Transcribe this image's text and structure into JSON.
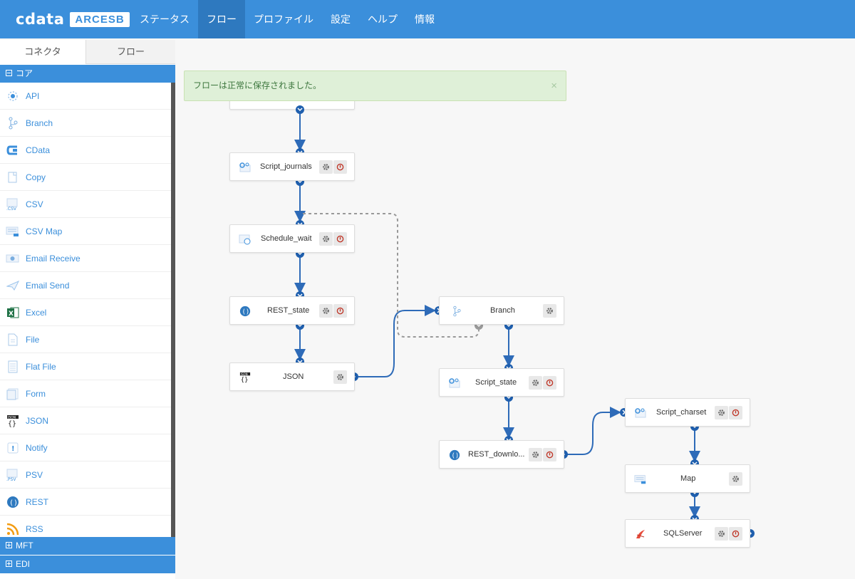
{
  "header": {
    "logo_brand": "cdata",
    "logo_product": "ARCESB",
    "nav": [
      {
        "label": "ステータス",
        "active": false
      },
      {
        "label": "フロー",
        "active": true
      },
      {
        "label": "プロファイル",
        "active": false
      },
      {
        "label": "設定",
        "active": false
      },
      {
        "label": "ヘルプ",
        "active": false
      },
      {
        "label": "情報",
        "active": false
      }
    ]
  },
  "sidebar": {
    "tabs": {
      "connectors": "コネクタ",
      "flow": "フロー"
    },
    "sections": {
      "core": "コア",
      "mft": "MFT",
      "edi": "EDI"
    },
    "core_items": [
      {
        "label": "API",
        "icon": "api-icon"
      },
      {
        "label": "Branch",
        "icon": "branch-icon"
      },
      {
        "label": "CData",
        "icon": "cdata-icon"
      },
      {
        "label": "Copy",
        "icon": "copy-icon"
      },
      {
        "label": "CSV",
        "icon": "csv-icon"
      },
      {
        "label": "CSV Map",
        "icon": "csv-map-icon"
      },
      {
        "label": "Email Receive",
        "icon": "email-receive-icon"
      },
      {
        "label": "Email Send",
        "icon": "email-send-icon"
      },
      {
        "label": "Excel",
        "icon": "excel-icon"
      },
      {
        "label": "File",
        "icon": "file-icon"
      },
      {
        "label": "Flat File",
        "icon": "flat-file-icon"
      },
      {
        "label": "Form",
        "icon": "form-icon"
      },
      {
        "label": "JSON",
        "icon": "json-icon"
      },
      {
        "label": "Notify",
        "icon": "notify-icon"
      },
      {
        "label": "PSV",
        "icon": "psv-icon"
      },
      {
        "label": "REST",
        "icon": "rest-icon"
      },
      {
        "label": "RSS",
        "icon": "rss-icon"
      }
    ]
  },
  "alert": {
    "message": "フローは正常に保存されました。",
    "close": "×"
  },
  "flow": {
    "nodes": [
      {
        "label": "Script_journals",
        "icon": "script-icon",
        "settings": true,
        "error": true
      },
      {
        "label": "Schedule_wait",
        "icon": "schedule-icon",
        "settings": true,
        "error": true
      },
      {
        "label": "REST_state",
        "icon": "rest-icon",
        "settings": true,
        "error": true
      },
      {
        "label": "JSON",
        "icon": "json-icon",
        "settings": true,
        "error": false
      },
      {
        "label": "Branch",
        "icon": "branch-icon",
        "settings": true,
        "error": false
      },
      {
        "label": "Script_state",
        "icon": "script-icon",
        "settings": true,
        "error": true
      },
      {
        "label": "REST_downlo...",
        "icon": "rest-icon",
        "settings": true,
        "error": true
      },
      {
        "label": "Script_charset",
        "icon": "script-icon",
        "settings": true,
        "error": true
      },
      {
        "label": "Map",
        "icon": "map-icon",
        "settings": true,
        "error": false
      },
      {
        "label": "SQLServer",
        "icon": "sqlserver-icon",
        "settings": true,
        "error": true
      }
    ]
  },
  "colors": {
    "accent": "#3b8fdb",
    "connector": "#2e6bb8",
    "error": "#c0392b"
  }
}
